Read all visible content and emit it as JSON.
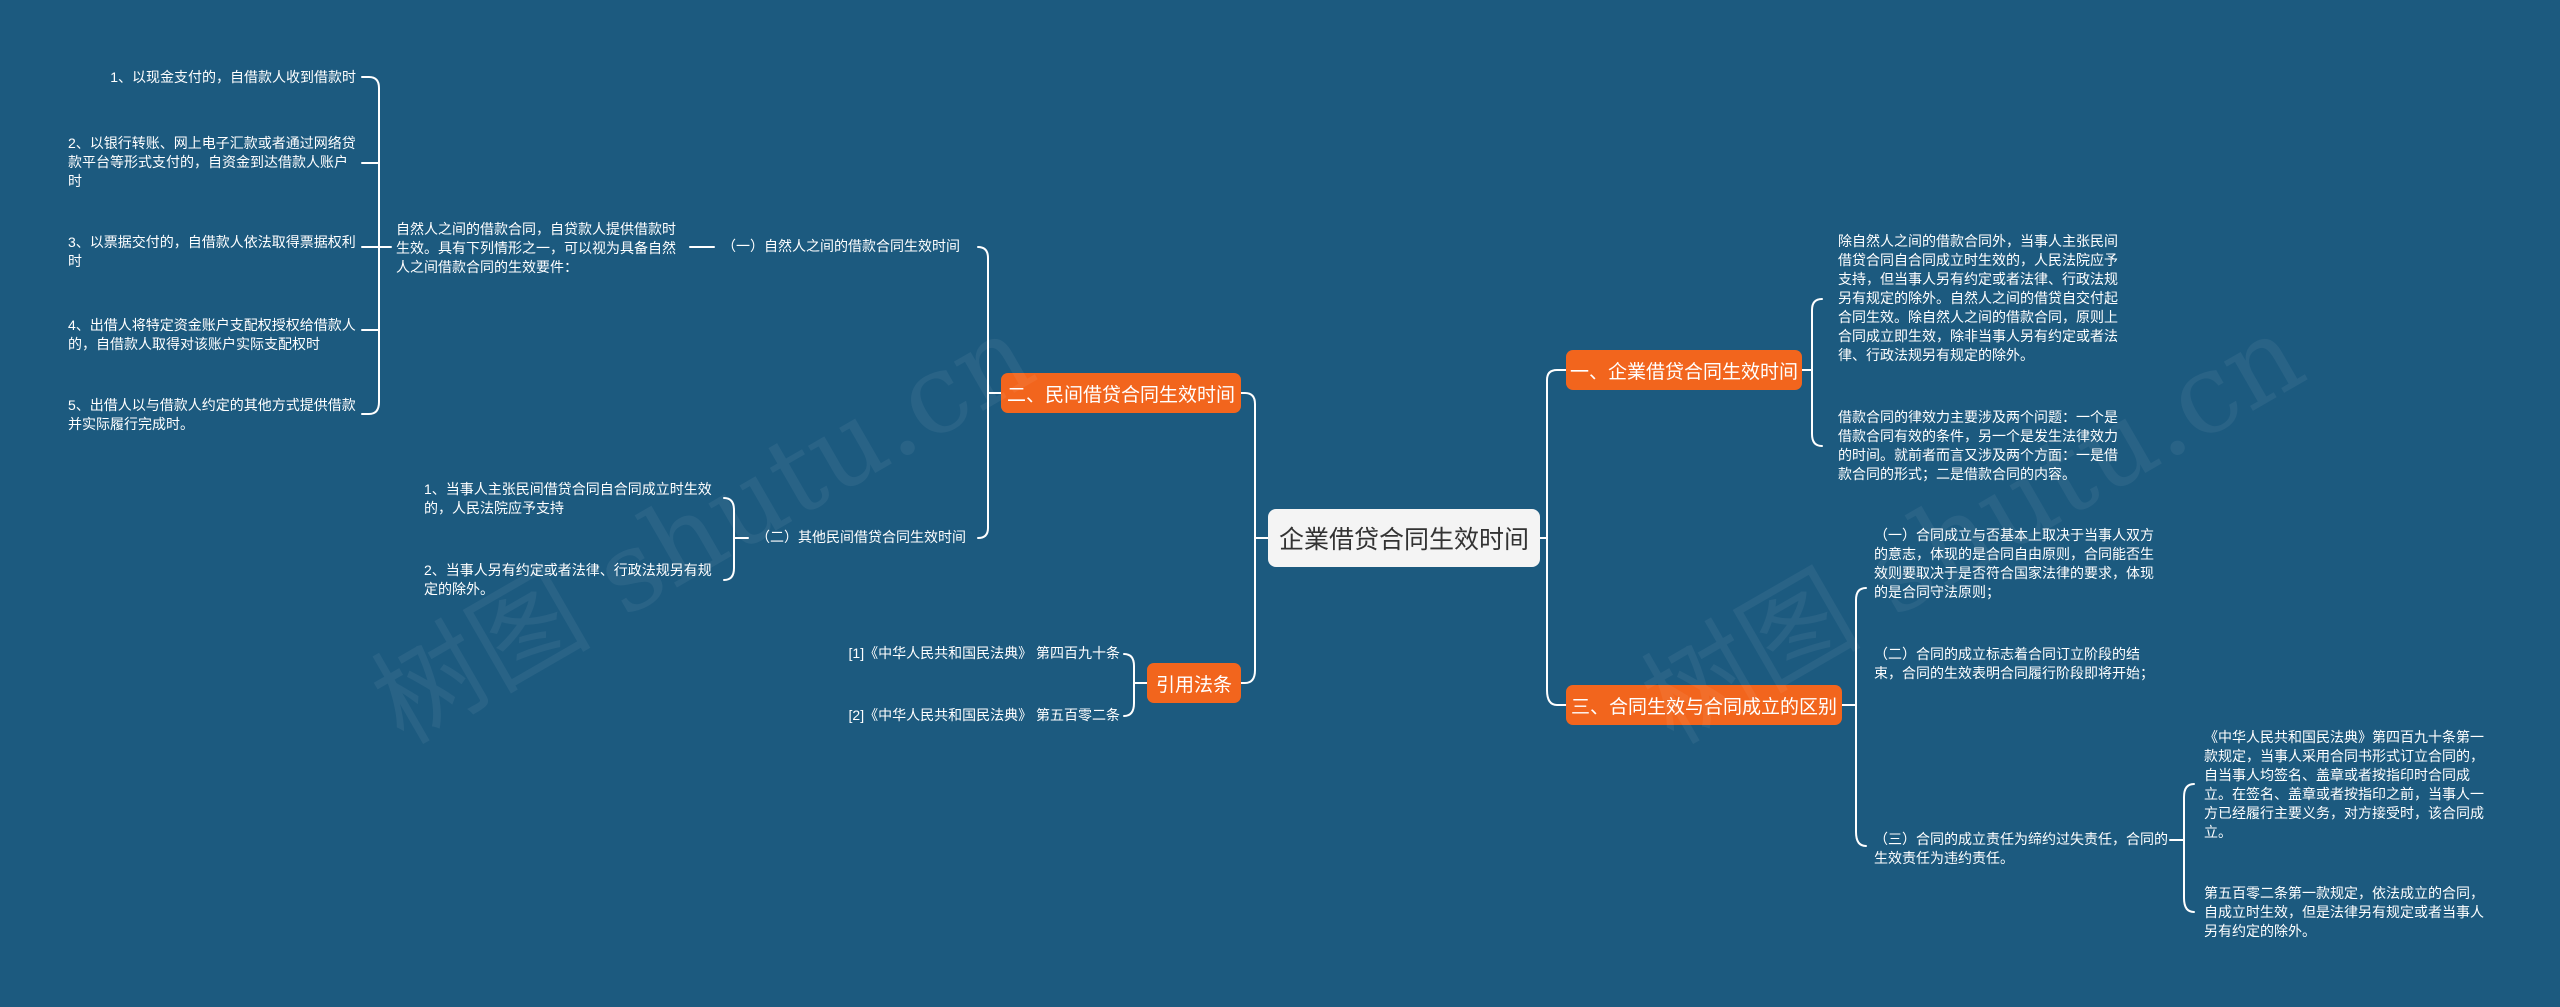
{
  "root": {
    "label": "企業借贷合同生效时间"
  },
  "right": {
    "branch1": {
      "label": "一、企業借贷合同生效时间",
      "notes": [
        "除自然人之间的借款合同外，当事人主张民间借贷合同自合同成立时生效的，人民法院应予支持，但当事人另有约定或者法律、行政法规另有规定的除外。自然人之间的借贷自交付起合同生效。除自然人之间的借款合同，原则上合同成立即生效，除非当事人另有约定或者法律、行政法规另有规定的除外。",
        "借款合同的律效力主要涉及两个问题：一个是借款合同有效的条件，另一个是发生法律效力的时间。就前者而言又涉及两个方面：一是借款合同的形式；二是借款合同的内容。"
      ]
    },
    "branch3": {
      "label": "三、合同生效与合同成立的区别",
      "items": [
        "（一）合同成立与否基本上取决于当事人双方的意志，体现的是合同自由原则，合同能否生效则要取决于是否符合国家法律的要求，体现的是合同守法原则；",
        "（二）合同的成立标志着合同订立阶段的结束，合同的生效表明合同履行阶段即将开始；",
        "（三）合同的成立责任为缔约过失责任，合同的生效责任为违约责任。"
      ],
      "sub_notes": [
        "《中华人民共和国民法典》第四百九十条第一款规定，当事人采用合同书形式订立合同的，自当事人均签名、盖章或者按指印时合同成立。在签名、盖章或者按指印之前，当事人一方已经履行主要义务，对方接受时，该合同成立。",
        "第五百零二条第一款规定，依法成立的合同，自成立时生效，但是法律另有规定或者当事人另有约定的除外。"
      ]
    }
  },
  "left": {
    "branch2": {
      "label": "二、民间借贷合同生效时间",
      "sub1": {
        "label": "（一）自然人之间的借款合同生效时间",
        "desc": "自然人之间的借款合同，自贷款人提供借款时生效。具有下列情形之一，可以视为具备自然人之间借款合同的生效要件：",
        "items": [
          "1、以现金支付的，自借款人收到借款时",
          "2、以银行转账、网上电子汇款或者通过网络贷款平台等形式支付的，自资金到达借款人账户时",
          "3、以票据交付的，自借款人依法取得票据权利时",
          "4、出借人将特定资金账户支配权授权给借款人的，自借款人取得对该账户实际支配权时",
          "5、出借人以与借款人约定的其他方式提供借款并实际履行完成时。"
        ]
      },
      "sub2": {
        "label": "（二）其他民间借贷合同生效时间",
        "items": [
          "1、当事人主张民间借贷合同自合同成立时生效的，人民法院应予支持",
          "2、当事人另有约定或者法律、行政法规另有规定的除外。"
        ]
      }
    },
    "cite": {
      "label": "引用法条",
      "items": [
        "[1]《中华人民共和国民法典》 第四百九十条",
        "[2]《中华人民共和国民法典》 第五百零二条"
      ]
    }
  },
  "watermark": "树图 shutu.cn",
  "colors": {
    "background": "#1c5a7f",
    "accent": "#f2651d",
    "line": "#ffffff",
    "root_bg": "#f4f4f4"
  }
}
